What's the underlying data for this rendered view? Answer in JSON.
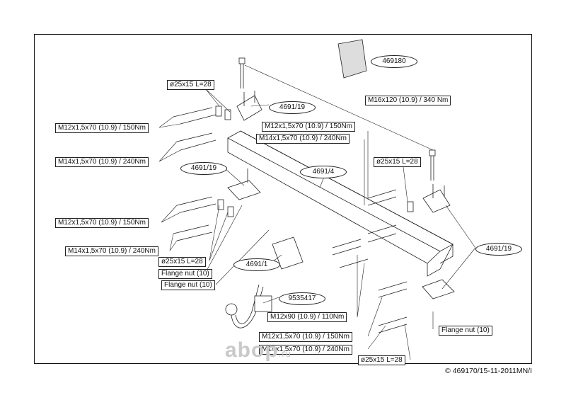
{
  "labels": {
    "d25_top": "ø25x15 L=28",
    "m12_top": "M12x1,5x70 (10.9) / 150Nm",
    "m14_top": "M14x1,5x70 (10.9) / 240Nm",
    "part_4691_19_a": "4691/19",
    "part_4691_19_b": "4691/19",
    "m12_mid_left": "M12x1,5x70 (10.9) / 150Nm",
    "m14_mid_left": "M14x1,5x70 (10.9) / 240Nm",
    "d25_mid_left": "ø25x15 L=28",
    "flange_nut_1": "Flange nut (10)",
    "flange_nut_2": "Flange nut (10)",
    "part_469180": "469180",
    "m16": "M16x120 (10.9) / 340 Nm",
    "m12_center": "M12x1,5x70 (10.9) / 150Nm",
    "m14_center": "M14x1,5x70 (10.9) / 240Nm",
    "part_4691_4": "4691/4",
    "d25_right": "ø25x15 L=28",
    "part_4691_19_right": "4691/19",
    "part_4691_1": "4691/1",
    "part_9535417": "9535417",
    "m12x90": "M12x90 (10.9) / 110Nm",
    "flange_nut_right": "Flange nut (10)",
    "m12_bottom": "M12x1,5x70 (10.9) / 150Nm",
    "m14_bottom": "M14x1,5x70 (10.9) / 240Nm",
    "d25_bottom": "ø25x15 L=28"
  },
  "footer": {
    "copyright": "© 469170/15-11-2011MN/I"
  },
  "watermark": {
    "brand": "abop",
    "suffix": ".ru"
  }
}
